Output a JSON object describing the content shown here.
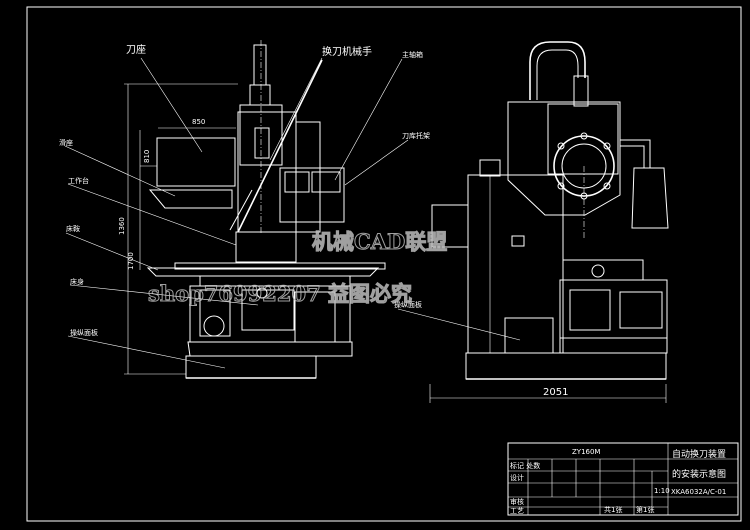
{
  "left_view": {
    "labels": {
      "tool_seat": "刀座",
      "tool_changer_arm": "换刀机械手",
      "spindle_box": "主轴箱",
      "tool_magazine_base": "刀库托架",
      "slide_seat": "滑座",
      "workbench": "工作台",
      "ram": "床鞍",
      "bed": "床身",
      "control_panel": "操纵面板"
    },
    "dims": {
      "d1": "850",
      "d2": "810",
      "d3": "1700",
      "d4": "1360"
    }
  },
  "right_view": {
    "labels": {
      "control_box": "操纵面板"
    },
    "dims": {
      "width": "2051"
    }
  },
  "watermark": {
    "line1": "机械CAD联盟",
    "line2": "shop76992207 益图必究"
  },
  "title_block": {
    "project": "ZY160M",
    "drawing_name_l1": "自动换刀装置",
    "drawing_name_l2": "的安装示意图",
    "drawing_no": "XKA6032A/C-01",
    "scale": "1:10",
    "sheet": "第1张",
    "sheets_total": "共1张",
    "rows": [
      "标记 处数",
      "设计",
      "审核",
      "工艺"
    ]
  }
}
